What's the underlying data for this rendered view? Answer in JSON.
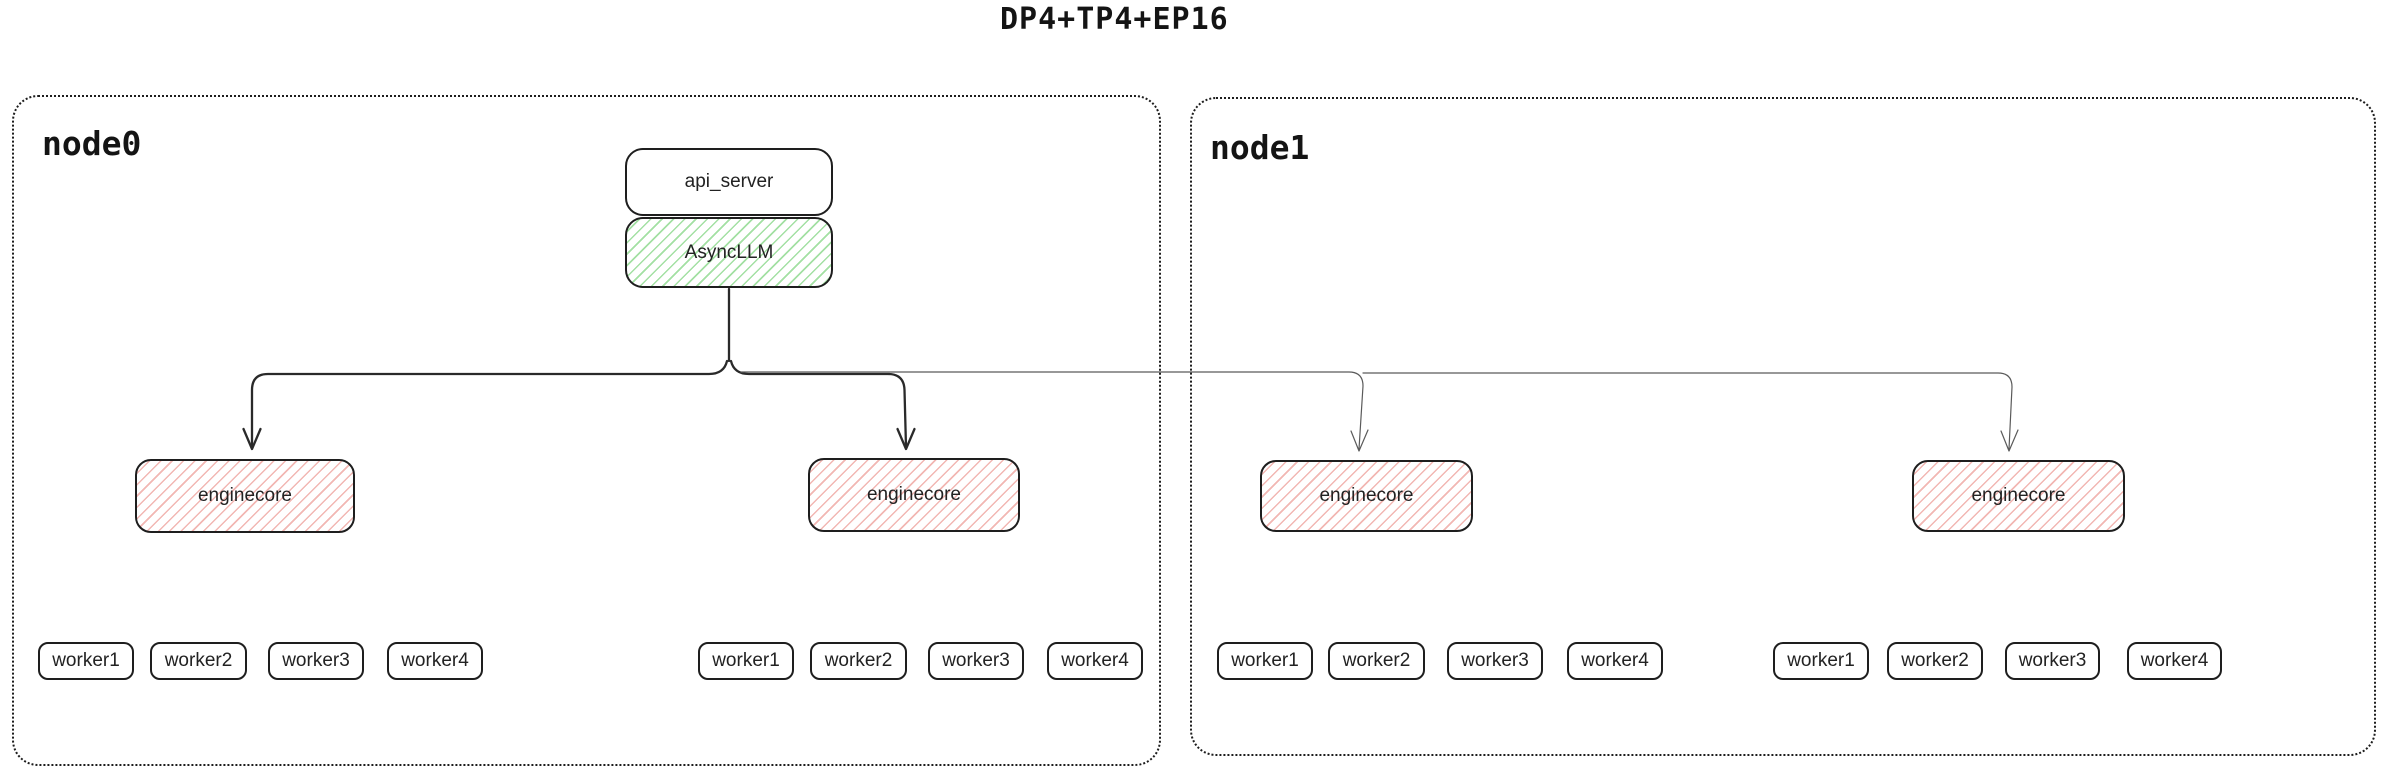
{
  "title": "DP4+TP4+EP16",
  "diagram": {
    "nodes": [
      {
        "label": "node0",
        "api_server": {
          "label": "api_server"
        },
        "async_llm": {
          "label": "AsyncLLM"
        },
        "enginecores": [
          {
            "label": "enginecore",
            "workers": [
              "worker1",
              "worker2",
              "worker3",
              "worker4"
            ]
          },
          {
            "label": "enginecore",
            "workers": [
              "worker1",
              "worker2",
              "worker3",
              "worker4"
            ]
          }
        ]
      },
      {
        "label": "node1",
        "enginecores": [
          {
            "label": "enginecore",
            "workers": [
              "worker1",
              "worker2",
              "worker3",
              "worker4"
            ]
          },
          {
            "label": "enginecore",
            "workers": [
              "worker1",
              "worker2",
              "worker3",
              "worker4"
            ]
          }
        ]
      }
    ],
    "edges": [
      {
        "from": "AsyncLLM",
        "to": "node0 enginecore 1",
        "style": "dark"
      },
      {
        "from": "AsyncLLM",
        "to": "node0 enginecore 2",
        "style": "dark"
      },
      {
        "from": "AsyncLLM",
        "to": "node1 enginecore 1",
        "style": "thin"
      },
      {
        "from": "AsyncLLM",
        "to": "node1 enginecore 2",
        "style": "thin"
      }
    ]
  },
  "colors": {
    "background": "#ffffff",
    "box_border": "#1e1e1e",
    "enginecore_hatch": "#f2b7b3",
    "asyncllm_hatch": "#a3e0a3",
    "edge_dark": "#2a2a2a",
    "edge_thin": "#5a5a5a"
  }
}
